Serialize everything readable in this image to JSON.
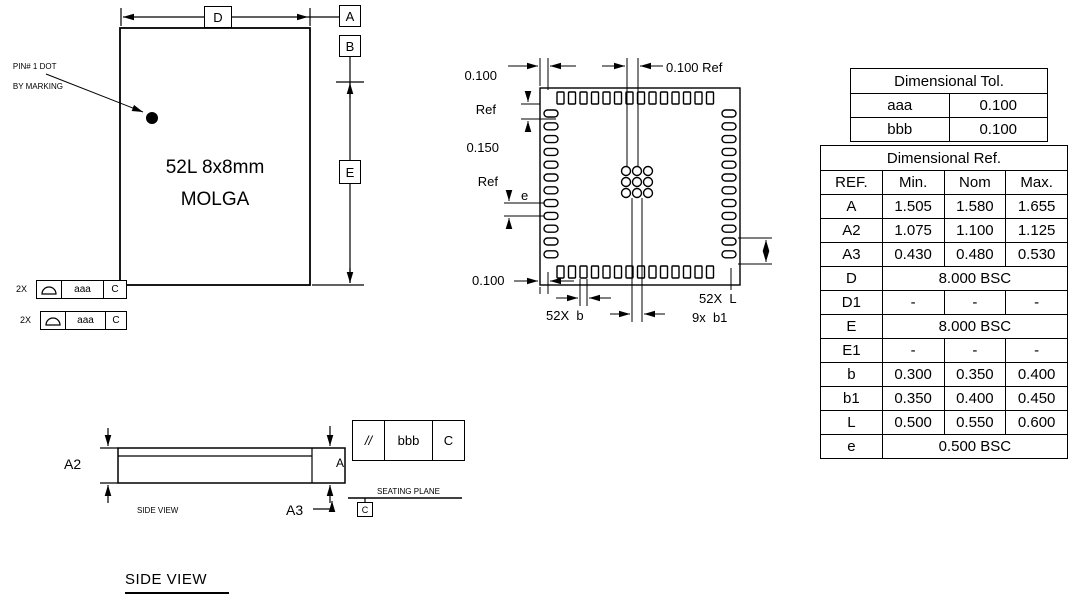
{
  "top_view": {
    "pin1_line1": "PIN# 1 DOT",
    "pin1_line2": "BY MARKING",
    "title_line1": "52L 8x8mm",
    "title_line2": "MOLGA",
    "dim_d": "D",
    "datum_a": "A",
    "datum_b": "B",
    "dim_e": "E",
    "fcf1": {
      "prefix": "2X",
      "symbol": "profile-of-a-surface",
      "tol": "aaa",
      "datum": "C"
    },
    "fcf2": {
      "prefix": "2X",
      "symbol": "profile-of-a-surface",
      "tol": "aaa",
      "datum": "C"
    }
  },
  "bottom_view": {
    "dim_top_left_l1": "0.100",
    "dim_top_left_l2": "Ref",
    "dim_top_right": "0.100 Ref",
    "dim_left_l1": "0.150",
    "dim_left_l2": "Ref",
    "dim_pitch": "e",
    "dim_bottom": "0.100",
    "dim_pad_width": "52X  b",
    "dim_center_pad": "9x  b1",
    "dim_pad_length": "52X  L"
  },
  "side_view": {
    "dim_a2": "A2",
    "dim_a": "A",
    "dim_a3": "A3",
    "fcf": {
      "symbol": "//",
      "tol": "bbb",
      "datum": "C"
    },
    "seating_plane": "SEATING PLANE",
    "datum_c": "C",
    "caption_small": "SIDE VIEW",
    "caption_large": "SIDE VIEW"
  },
  "tol_table": {
    "title": "Dimensional Tol.",
    "rows": [
      {
        "ref": "aaa",
        "value": "0.100"
      },
      {
        "ref": "bbb",
        "value": "0.100"
      }
    ]
  },
  "ref_table": {
    "title": "Dimensional Ref.",
    "headers": [
      "REF.",
      "Min.",
      "Nom",
      "Max."
    ],
    "rows": [
      {
        "ref": "A",
        "min": "1.505",
        "nom": "1.580",
        "max": "1.655"
      },
      {
        "ref": "A2",
        "min": "1.075",
        "nom": "1.100",
        "max": "1.125"
      },
      {
        "ref": "A3",
        "min": "0.430",
        "nom": "0.480",
        "max": "0.530"
      },
      {
        "ref": "D",
        "span": "8.000 BSC"
      },
      {
        "ref": "D1",
        "min": "-",
        "nom": "-",
        "max": "-"
      },
      {
        "ref": "E",
        "span": "8.000 BSC"
      },
      {
        "ref": "E1",
        "min": "-",
        "nom": "-",
        "max": "-"
      },
      {
        "ref": "b",
        "min": "0.300",
        "nom": "0.350",
        "max": "0.400"
      },
      {
        "ref": "b1",
        "min": "0.350",
        "nom": "0.400",
        "max": "0.450"
      },
      {
        "ref": "L",
        "min": "0.500",
        "nom": "0.550",
        "max": "0.600"
      },
      {
        "ref": "e",
        "span": "0.500 BSC"
      }
    ]
  }
}
